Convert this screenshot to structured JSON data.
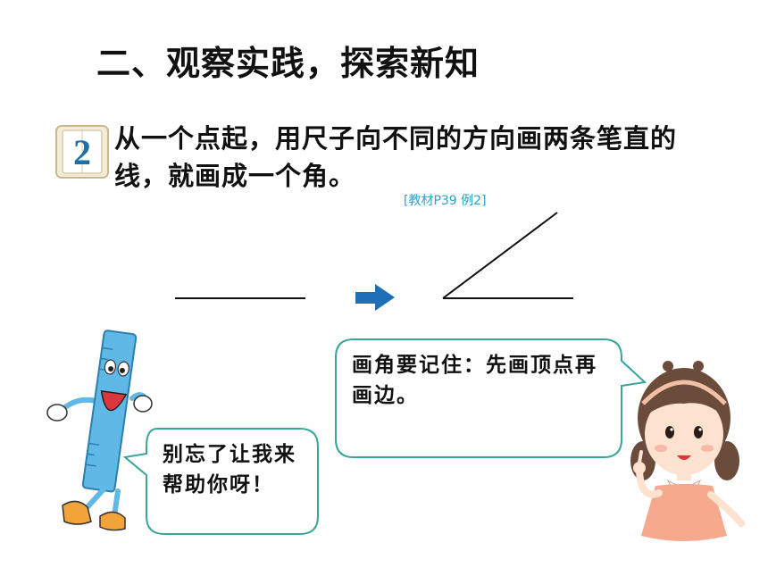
{
  "title": "二、观察实践，探索新知",
  "example": {
    "badge_number": "2",
    "text": "从一个点起，用尺子向不同的方向画两条笔直的线，就画成一个角。",
    "reference": "[教材P39  例2]"
  },
  "bubbles": {
    "ruler": "别忘了让我来帮助你呀！",
    "girl": "画角要记住：先画顶点再画边。"
  },
  "colors": {
    "arrow": "#1e6fb5",
    "bubble_border": "#3aa59a",
    "reference_text": "#2aa3c8",
    "ruler_body": "#5fb8e6",
    "girl_dress": "#f6a98c"
  },
  "icons": {
    "arrow": "right-arrow-icon",
    "ruler_character": "ruler-character",
    "girl_character": "girl-character"
  }
}
